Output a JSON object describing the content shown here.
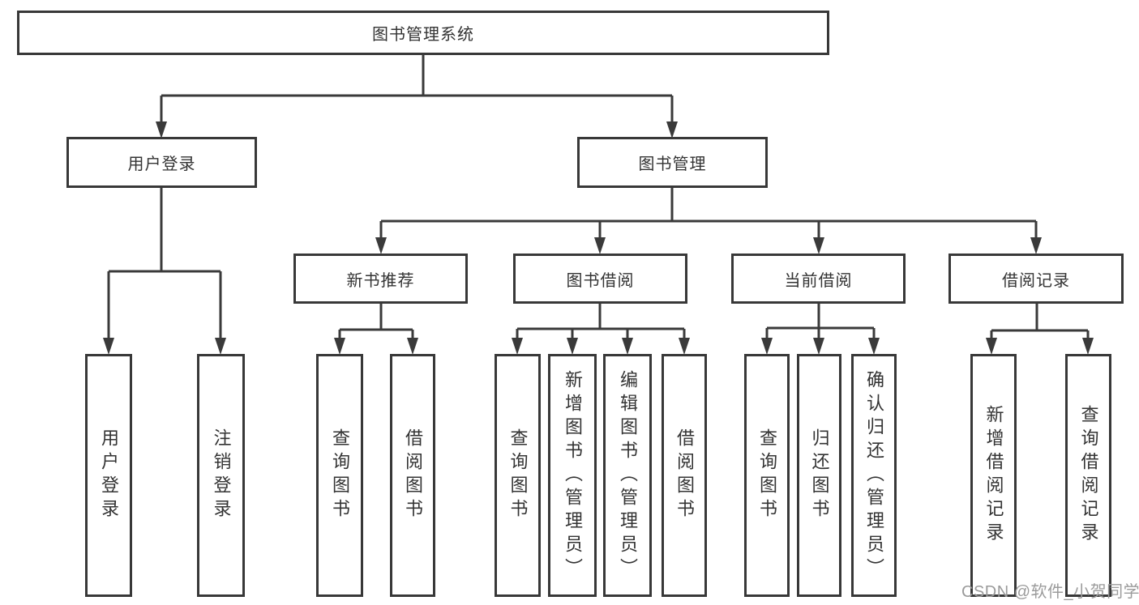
{
  "tree": {
    "root": {
      "label": "图书管理系统"
    },
    "branches": [
      {
        "label": "用户登录",
        "children": [
          {
            "label": "用户登录"
          },
          {
            "label": "注销登录"
          }
        ]
      },
      {
        "label": "图书管理",
        "children": [
          {
            "label": "新书推荐",
            "children": [
              {
                "label": "查询图书"
              },
              {
                "label": "借阅图书"
              }
            ]
          },
          {
            "label": "图书借阅",
            "children": [
              {
                "label": "查询图书"
              },
              {
                "label": "新增图书（管理员）"
              },
              {
                "label": "编辑图书（管理员）"
              },
              {
                "label": "借阅图书"
              }
            ]
          },
          {
            "label": "当前借阅",
            "children": [
              {
                "label": "查询图书"
              },
              {
                "label": "归还图书"
              },
              {
                "label": "确认归还（管理员）"
              }
            ]
          },
          {
            "label": "借阅记录",
            "children": [
              {
                "label": "新增借阅记录"
              },
              {
                "label": "查询借阅记录"
              }
            ]
          }
        ]
      }
    ]
  },
  "watermark": {
    "text": "CSDN @软件_小贺同学"
  },
  "colors": {
    "line": "#3a3a3a",
    "border": "#383838",
    "text": "#333333",
    "watermark": "#9b9b9b",
    "background": "#ffffff"
  }
}
